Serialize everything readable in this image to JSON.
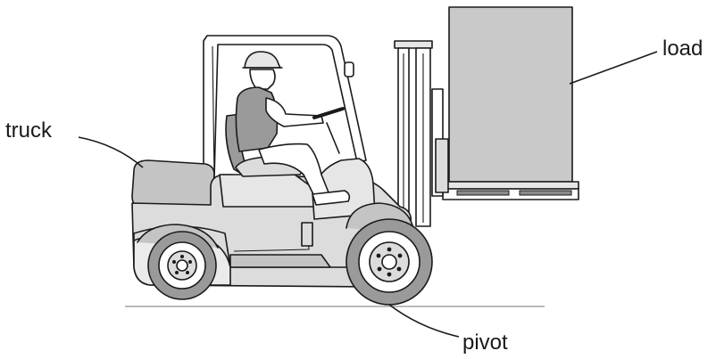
{
  "labels": {
    "truck": "truck",
    "load": "load",
    "pivot": "pivot"
  },
  "colors": {
    "outline": "#1a1a1a",
    "light_gray": "#dcdcdc",
    "mid_gray": "#c4c4c4",
    "dark_gray": "#9a9a9a",
    "background": "#ffffff"
  }
}
